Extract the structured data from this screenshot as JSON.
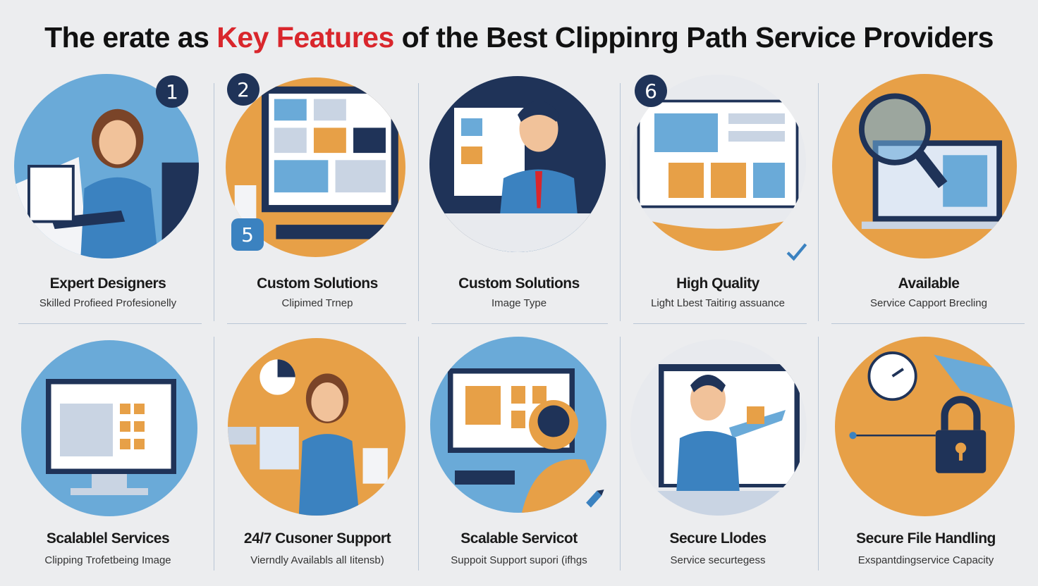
{
  "title": {
    "before": "The erate as ",
    "accent": "Key Features",
    "after": " of the Best Clippinrg Path Service Providers"
  },
  "colors": {
    "navy": "#1f3358",
    "blue": "#3b82c0",
    "light_blue": "#6aaad8",
    "orange": "#e7a047",
    "accent_red": "#d9262c"
  },
  "badges": [
    "1",
    "2",
    "5",
    "6"
  ],
  "features": [
    {
      "heading": "Expert Designers",
      "sub": "Skilled Profieed Profesionelly"
    },
    {
      "heading": "Custom Solutions",
      "sub": "Clipimed Trnep"
    },
    {
      "heading": "Custom Solutions",
      "sub": "Image Type"
    },
    {
      "heading": "High Quality",
      "sub": "Ligħt Lbest Taitirıg assuance"
    },
    {
      "heading": "Available",
      "sub": "Service Capport Brecling"
    },
    {
      "heading": "Scalablel Services",
      "sub": "Clipping Trofetbeing Image"
    },
    {
      "heading": "24/7 Cusoner Support",
      "sub": "Vierndly Availabls all Iitensb)"
    },
    {
      "heading": "Scalable Servicot",
      "sub": "Suppoit Support supori (ifhgs"
    },
    {
      "heading": "Secure Llodes",
      "sub": "Service securtegess"
    },
    {
      "heading": "Secure File Handling",
      "sub": "Exspantdingservice Capacity"
    }
  ]
}
